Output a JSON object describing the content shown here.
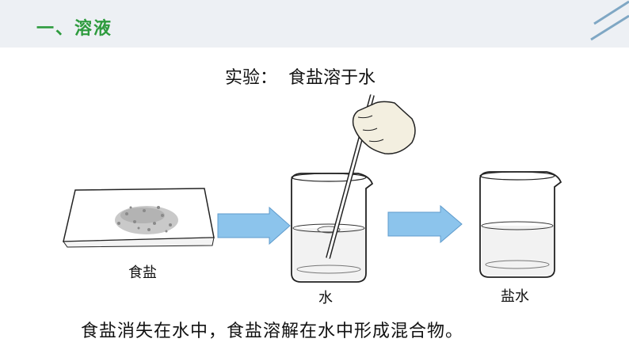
{
  "header": {
    "section_title": "一、溶液"
  },
  "experiment": {
    "title": "实验：  食盐溶于水",
    "labels": {
      "salt": "食盐",
      "water": "水",
      "salt_water": "盐水"
    },
    "conclusion": "食盐消失在水中，食盐溶解在水中形成混合物。"
  },
  "colors": {
    "accent_green": "#2e9b3e",
    "arrow_blue": "#8cc4ec",
    "header_band": "#edf0f4",
    "deco_line": "#7fa7c4"
  },
  "icons": [
    "salt-pile-icon",
    "arrow-right-icon",
    "beaker-icon",
    "stirring-rod-icon",
    "hand-icon"
  ]
}
